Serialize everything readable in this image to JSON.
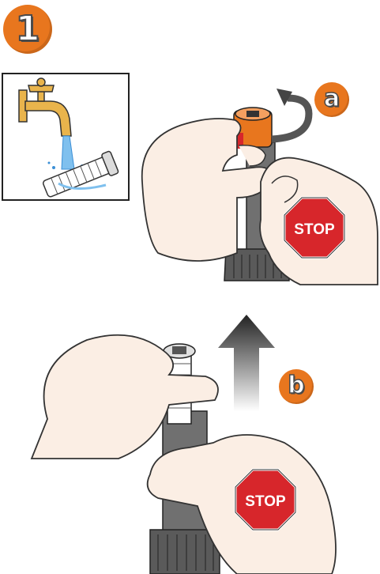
{
  "step": {
    "number": "1"
  },
  "substeps": [
    {
      "letter": "a",
      "description_icon": "rotate-arrow-icon"
    },
    {
      "letter": "b",
      "description_icon": "pull-up-arrow-icon"
    }
  ],
  "stop_signs": [
    {
      "label": "STOP"
    },
    {
      "label": "STOP"
    }
  ],
  "colors": {
    "accent_orange": "#e8761e",
    "stop_red": "#d7262b",
    "skin": "#fbeee4",
    "body_gray": "#707070",
    "water_blue": "#3b8fd6",
    "faucet_gold": "#e9b44c"
  }
}
